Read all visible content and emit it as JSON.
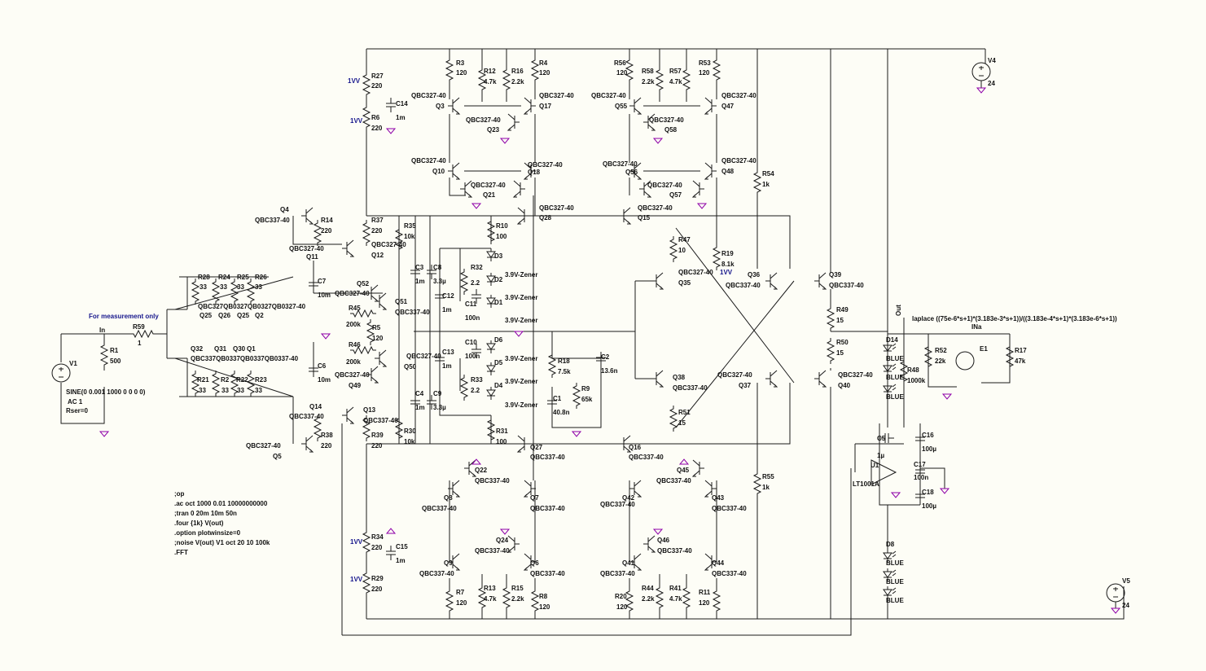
{
  "colors": {
    "background": "#fdfdf6",
    "wire": "#1a1a1a",
    "ground": "#8e00a8",
    "net_label": "#16168c"
  },
  "labels": [
    {
      "id": "r27",
      "t": "R27"
    },
    {
      "id": "r27v",
      "t": "220"
    },
    {
      "id": "r6",
      "t": "R6"
    },
    {
      "id": "r6v",
      "t": "220"
    },
    {
      "id": "c14",
      "t": "C14"
    },
    {
      "id": "c14v",
      "t": "1m"
    },
    {
      "id": "r3",
      "t": "R3"
    },
    {
      "id": "r3v",
      "t": "120"
    },
    {
      "id": "r12",
      "t": "R12"
    },
    {
      "id": "r12v",
      "t": "4.7k"
    },
    {
      "id": "r16",
      "t": "R16"
    },
    {
      "id": "r16v",
      "t": "2.2k"
    },
    {
      "id": "r4",
      "t": "R4"
    },
    {
      "id": "r4v",
      "t": "120"
    },
    {
      "id": "r56",
      "t": "R56"
    },
    {
      "id": "r56v",
      "t": "120"
    },
    {
      "id": "r58",
      "t": "R58"
    },
    {
      "id": "r58v",
      "t": "2.2k"
    },
    {
      "id": "r57",
      "t": "R57"
    },
    {
      "id": "r57v",
      "t": "4.7k"
    },
    {
      "id": "r53",
      "t": "R53"
    },
    {
      "id": "r53v",
      "t": "120"
    },
    {
      "id": "v4",
      "t": "V4"
    },
    {
      "id": "v4v",
      "t": "24"
    },
    {
      "id": "q3m",
      "t": "QBC327-40"
    },
    {
      "id": "q3",
      "t": "Q3"
    },
    {
      "id": "q23m",
      "t": "QBC327-40"
    },
    {
      "id": "q23",
      "t": "Q23"
    },
    {
      "id": "q17m",
      "t": "QBC327-40"
    },
    {
      "id": "q17",
      "t": "Q17"
    },
    {
      "id": "q55m",
      "t": "QBC327-40"
    },
    {
      "id": "q55",
      "t": "Q55"
    },
    {
      "id": "q58m",
      "t": "QBC327-40"
    },
    {
      "id": "q58",
      "t": "Q58"
    },
    {
      "id": "q47m",
      "t": "QBC327-40"
    },
    {
      "id": "q47",
      "t": "Q47"
    },
    {
      "id": "q10m",
      "t": "QBC327-40"
    },
    {
      "id": "q10",
      "t": "Q10"
    },
    {
      "id": "q18m",
      "t": "QBC327-40"
    },
    {
      "id": "q18",
      "t": "Q18"
    },
    {
      "id": "q21m",
      "t": "QBC327-40"
    },
    {
      "id": "q21",
      "t": "Q21"
    },
    {
      "id": "q56m",
      "t": "QBC327-40"
    },
    {
      "id": "q56",
      "t": "Q56"
    },
    {
      "id": "q48m",
      "t": "QBC327-40"
    },
    {
      "id": "q48",
      "t": "Q48"
    },
    {
      "id": "q57m",
      "t": "QBC327-40"
    },
    {
      "id": "q57",
      "t": "Q57"
    },
    {
      "id": "r54",
      "t": "R54"
    },
    {
      "id": "r54v",
      "t": "1k"
    },
    {
      "id": "q28m",
      "t": "QBC327-40"
    },
    {
      "id": "q28",
      "t": "Q28"
    },
    {
      "id": "q15m",
      "t": "QBC327-40"
    },
    {
      "id": "q15",
      "t": "Q15"
    },
    {
      "id": "q4",
      "t": "Q4"
    },
    {
      "id": "q4m",
      "t": "QBC337-40"
    },
    {
      "id": "r14",
      "t": "R14"
    },
    {
      "id": "r14v",
      "t": "220"
    },
    {
      "id": "r37",
      "t": "R37"
    },
    {
      "id": "r37v",
      "t": "220"
    },
    {
      "id": "r35",
      "t": "R35"
    },
    {
      "id": "r35v",
      "t": "10k"
    },
    {
      "id": "r10",
      "t": "R10"
    },
    {
      "id": "r10v",
      "t": "100"
    },
    {
      "id": "q11m",
      "t": "QBC327-40"
    },
    {
      "id": "q11",
      "t": "Q11"
    },
    {
      "id": "q12m",
      "t": "QBC327-40"
    },
    {
      "id": "q12",
      "t": "Q12"
    },
    {
      "id": "r47",
      "t": "R47"
    },
    {
      "id": "r47v",
      "t": "10"
    },
    {
      "id": "r19",
      "t": "R19"
    },
    {
      "id": "r19v",
      "t": "8.1k"
    },
    {
      "id": "r19n",
      "t": "1VV"
    },
    {
      "id": "d3",
      "t": "D3"
    },
    {
      "id": "d3v",
      "t": "3.9V-Zener"
    },
    {
      "id": "d2",
      "t": "D2"
    },
    {
      "id": "d2v",
      "t": "3.9V-Zener"
    },
    {
      "id": "d1",
      "t": "D1"
    },
    {
      "id": "d1v",
      "t": "3.9V-Zener"
    },
    {
      "id": "c3",
      "t": "C3"
    },
    {
      "id": "c3v",
      "t": "1m"
    },
    {
      "id": "c8",
      "t": "C8"
    },
    {
      "id": "c8v",
      "t": "3.3µ"
    },
    {
      "id": "r32",
      "t": "R32"
    },
    {
      "id": "r32v",
      "t": "2.2"
    },
    {
      "id": "c12",
      "t": "C12"
    },
    {
      "id": "c12v",
      "t": "1m"
    },
    {
      "id": "c11",
      "t": "C11"
    },
    {
      "id": "c11v",
      "t": "100n"
    },
    {
      "id": "q35m",
      "t": "QBC327-40"
    },
    {
      "id": "q35",
      "t": "Q35"
    },
    {
      "id": "q36",
      "t": "Q36"
    },
    {
      "id": "q36m",
      "t": "QBC337-40"
    },
    {
      "id": "q39",
      "t": "Q39"
    },
    {
      "id": "q39m",
      "t": "QBC337-40"
    },
    {
      "id": "c7",
      "t": "C7"
    },
    {
      "id": "c7v",
      "t": "10m"
    },
    {
      "id": "q52",
      "t": "Q52"
    },
    {
      "id": "q52m",
      "t": "QBC327-40"
    },
    {
      "id": "q51",
      "t": "Q51"
    },
    {
      "id": "q51m",
      "t": "QBC337-40"
    },
    {
      "id": "r28",
      "t": "R28"
    },
    {
      "id": "r28v",
      "t": "33"
    },
    {
      "id": "r24",
      "t": "R24"
    },
    {
      "id": "r24v",
      "t": "33"
    },
    {
      "id": "r25",
      "t": "R25"
    },
    {
      "id": "r25v",
      "t": "33"
    },
    {
      "id": "r26",
      "t": "R26"
    },
    {
      "id": "r26v",
      "t": "33"
    },
    {
      "id": "q25m",
      "t": "Q25"
    },
    {
      "id": "q26m",
      "t": "Q26"
    },
    {
      "id": "q25b",
      "t": "Q25"
    },
    {
      "id": "q2",
      "t": "Q2"
    },
    {
      "id": "qmany",
      "t": "QBC327QB0327QB0327QB0327-40"
    },
    {
      "id": "r45",
      "t": "R45"
    },
    {
      "id": "r45v",
      "t": "200k"
    },
    {
      "id": "r5",
      "t": "R5"
    },
    {
      "id": "r5v",
      "t": "120"
    },
    {
      "id": "measure",
      "t": "For measurement only"
    },
    {
      "id": "in",
      "t": "In"
    },
    {
      "id": "r59",
      "t": "R59"
    },
    {
      "id": "r59v",
      "t": "1"
    },
    {
      "id": "r1",
      "t": "R1"
    },
    {
      "id": "r1v",
      "t": "500"
    },
    {
      "id": "v1",
      "t": "V1"
    },
    {
      "id": "v1s",
      "t": "SINE(0 0.001 1000 0 0 0 0)"
    },
    {
      "id": "v1a",
      "t": "AC 1"
    },
    {
      "id": "v1r",
      "t": "Rser=0"
    },
    {
      "id": "r49",
      "t": "R49"
    },
    {
      "id": "r49v",
      "t": "15"
    },
    {
      "id": "r50",
      "t": "R50"
    },
    {
      "id": "r50v",
      "t": "15"
    },
    {
      "id": "out",
      "t": "Out"
    },
    {
      "id": "laplace",
      "t": "laplace ((75e-6*s+1)*(3.183e-3*s+1))/((3.183e-4*s+1)*(3.183e-6*s+1))"
    },
    {
      "id": "ina",
      "t": "INa"
    },
    {
      "id": "e1",
      "t": "E1"
    },
    {
      "id": "r52",
      "t": "R52"
    },
    {
      "id": "r52v",
      "t": "22k"
    },
    {
      "id": "r17",
      "t": "R17"
    },
    {
      "id": "r17v",
      "t": "47k"
    },
    {
      "id": "r48",
      "t": "R48"
    },
    {
      "id": "r48v",
      "t": "1000k"
    },
    {
      "id": "d14",
      "t": "D14"
    },
    {
      "id": "d14v",
      "t": "BLUE"
    },
    {
      "id": "d13v",
      "t": "BLUE"
    },
    {
      "id": "d12v",
      "t": "BLUE"
    },
    {
      "id": "r18",
      "t": "R18"
    },
    {
      "id": "r18v",
      "t": "7.5k"
    },
    {
      "id": "c2",
      "t": "C2"
    },
    {
      "id": "c2v",
      "t": "13.6n"
    },
    {
      "id": "r9",
      "t": "R9"
    },
    {
      "id": "r9v",
      "t": "65k"
    },
    {
      "id": "c1",
      "t": "C1"
    },
    {
      "id": "c1v",
      "t": "40.8n"
    },
    {
      "id": "r46",
      "t": "R46"
    },
    {
      "id": "r46v",
      "t": "200k"
    },
    {
      "id": "q50",
      "t": "Q50"
    },
    {
      "id": "q50m",
      "t": "QBC327-40"
    },
    {
      "id": "q49",
      "t": "Q49"
    },
    {
      "id": "q49m",
      "t": "QBC327-40"
    },
    {
      "id": "c6",
      "t": "C6"
    },
    {
      "id": "c6v",
      "t": "10m"
    },
    {
      "id": "q32",
      "t": "Q32"
    },
    {
      "id": "q31",
      "t": "Q31"
    },
    {
      "id": "q30",
      "t": "Q30"
    },
    {
      "id": "q1",
      "t": "Q1"
    },
    {
      "id": "qmany2",
      "t": "QBC337QB0337QB0337QB0337-40"
    },
    {
      "id": "r21",
      "t": "R21"
    },
    {
      "id": "r21v",
      "t": "33"
    },
    {
      "id": "r2",
      "t": "R2"
    },
    {
      "id": "r2v",
      "t": "33"
    },
    {
      "id": "r22",
      "t": "R22"
    },
    {
      "id": "r22v",
      "t": "33"
    },
    {
      "id": "r23",
      "t": "R23"
    },
    {
      "id": "r23v",
      "t": "33"
    },
    {
      "id": "d6",
      "t": "D6"
    },
    {
      "id": "d6v",
      "t": "3.9V-Zener"
    },
    {
      "id": "d5",
      "t": "D5"
    },
    {
      "id": "d5v",
      "t": "3.9V-Zener"
    },
    {
      "id": "d4",
      "t": "D4"
    },
    {
      "id": "d4v",
      "t": "3.9V-Zener"
    },
    {
      "id": "c13",
      "t": "C13"
    },
    {
      "id": "c13v",
      "t": "1m"
    },
    {
      "id": "c10",
      "t": "C10"
    },
    {
      "id": "c10v",
      "t": "100n"
    },
    {
      "id": "r33",
      "t": "R33"
    },
    {
      "id": "r33v",
      "t": "2.2"
    },
    {
      "id": "c4",
      "t": "C4"
    },
    {
      "id": "c4v",
      "t": "1m"
    },
    {
      "id": "c9",
      "t": "C9"
    },
    {
      "id": "c9v",
      "t": "3.3µ"
    },
    {
      "id": "q38",
      "t": "Q38"
    },
    {
      "id": "q38m",
      "t": "QBC337-40"
    },
    {
      "id": "q37m",
      "t": "QBC327-40"
    },
    {
      "id": "q37",
      "t": "Q37"
    },
    {
      "id": "q40m",
      "t": "QBC327-40"
    },
    {
      "id": "q40",
      "t": "Q40"
    },
    {
      "id": "r51",
      "t": "R51"
    },
    {
      "id": "r51v",
      "t": "15"
    },
    {
      "id": "q14",
      "t": "Q14"
    },
    {
      "id": "q14m",
      "t": "QBC337-40"
    },
    {
      "id": "q13",
      "t": "Q13"
    },
    {
      "id": "q13m",
      "t": "QBC337-40"
    },
    {
      "id": "r38",
      "t": "R38"
    },
    {
      "id": "r38v",
      "t": "220"
    },
    {
      "id": "r39",
      "t": "R39"
    },
    {
      "id": "r39v",
      "t": "220"
    },
    {
      "id": "r30",
      "t": "R30"
    },
    {
      "id": "r30v",
      "t": "10k"
    },
    {
      "id": "r31",
      "t": "R31"
    },
    {
      "id": "r31v",
      "t": "100"
    },
    {
      "id": "q5m",
      "t": "QBC327-40"
    },
    {
      "id": "q5",
      "t": "Q5"
    },
    {
      "id": "q27",
      "t": "Q27"
    },
    {
      "id": "q27m",
      "t": "QBC337-40"
    },
    {
      "id": "q16",
      "t": "Q16"
    },
    {
      "id": "q16m",
      "t": "QBC337-40"
    },
    {
      "id": "c5",
      "t": "C5"
    },
    {
      "id": "c5v",
      "t": "1µ"
    },
    {
      "id": "c16",
      "t": "C16"
    },
    {
      "id": "c16v",
      "t": "100µ"
    },
    {
      "id": "u1",
      "t": "U1"
    },
    {
      "id": "u1m",
      "t": "LT1001A"
    },
    {
      "id": "c17",
      "t": "C17"
    },
    {
      "id": "c17v",
      "t": "100n"
    },
    {
      "id": "c18",
      "t": "C18"
    },
    {
      "id": "c18v",
      "t": "100µ"
    },
    {
      "id": "q22",
      "t": "Q22"
    },
    {
      "id": "q22m",
      "t": "QBC337-40"
    },
    {
      "id": "q45",
      "t": "Q45"
    },
    {
      "id": "q45m",
      "t": "QBC337-40"
    },
    {
      "id": "q8",
      "t": "Q8"
    },
    {
      "id": "q8m",
      "t": "QBC337-40"
    },
    {
      "id": "q7",
      "t": "Q7"
    },
    {
      "id": "q7m",
      "t": "QBC337-40"
    },
    {
      "id": "q42",
      "t": "Q42"
    },
    {
      "id": "q42m",
      "t": "QBC337-40"
    },
    {
      "id": "q43",
      "t": "Q43"
    },
    {
      "id": "q43m",
      "t": "QBC337-40"
    },
    {
      "id": "op1",
      "t": ";op"
    },
    {
      "id": "op2",
      "t": ".ac oct 1000 0.01 10000000000"
    },
    {
      "id": "op3",
      "t": ";tran 0 20m 10m 50n"
    },
    {
      "id": "op4",
      "t": ".four {1k} V(out)"
    },
    {
      "id": "op5",
      "t": ".option plotwinsize=0"
    },
    {
      "id": "op6",
      "t": ";noise V(out) V1 oct 20 10 100k"
    },
    {
      "id": "op7",
      "t": ".FFT"
    },
    {
      "id": "r34",
      "t": "R34"
    },
    {
      "id": "r34v",
      "t": "220"
    },
    {
      "id": "c15",
      "t": "C15"
    },
    {
      "id": "c15v",
      "t": "1m"
    },
    {
      "id": "r29",
      "t": "R29"
    },
    {
      "id": "r29v",
      "t": "220"
    },
    {
      "id": "q24",
      "t": "Q24"
    },
    {
      "id": "q24m",
      "t": "QBC337-40"
    },
    {
      "id": "q46",
      "t": "Q46"
    },
    {
      "id": "q46m",
      "t": "QBC337-40"
    },
    {
      "id": "q9",
      "t": "Q9"
    },
    {
      "id": "q9m",
      "t": "QBC337-40"
    },
    {
      "id": "q6",
      "t": "Q6"
    },
    {
      "id": "q6m",
      "t": "QBC337-40"
    },
    {
      "id": "q41",
      "t": "Q41"
    },
    {
      "id": "q41m",
      "t": "QBC337-40"
    },
    {
      "id": "q44",
      "t": "Q44"
    },
    {
      "id": "q44m",
      "t": "QBC337-40"
    },
    {
      "id": "r7",
      "t": "R7"
    },
    {
      "id": "r7v",
      "t": "120"
    },
    {
      "id": "r13",
      "t": "R13"
    },
    {
      "id": "r13v",
      "t": "4.7k"
    },
    {
      "id": "r15",
      "t": "R15"
    },
    {
      "id": "r15v",
      "t": "2.2k"
    },
    {
      "id": "r8",
      "t": "R8"
    },
    {
      "id": "r8v",
      "t": "120"
    },
    {
      "id": "r20",
      "t": "R20"
    },
    {
      "id": "r20v",
      "t": "120"
    },
    {
      "id": "r44",
      "t": "R44"
    },
    {
      "id": "r44v",
      "t": "2.2k"
    },
    {
      "id": "r41",
      "t": "R41"
    },
    {
      "id": "r41v",
      "t": "4.7k"
    },
    {
      "id": "r11",
      "t": "R11"
    },
    {
      "id": "r11v",
      "t": "120"
    },
    {
      "id": "r55",
      "t": "R55"
    },
    {
      "id": "r55v",
      "t": "1k"
    },
    {
      "id": "d8",
      "t": "D8"
    },
    {
      "id": "d8v",
      "t": "BLUE"
    },
    {
      "id": "d9v",
      "t": "BLUE"
    },
    {
      "id": "d10v",
      "t": "BLUE"
    },
    {
      "id": "v5",
      "t": "V5"
    },
    {
      "id": "v5v",
      "t": "24"
    },
    {
      "id": "n1",
      "t": "1VV"
    },
    {
      "id": "n2",
      "t": "1VV"
    },
    {
      "id": "n3",
      "t": "1VV"
    },
    {
      "id": "n4",
      "t": "1VV"
    }
  ]
}
